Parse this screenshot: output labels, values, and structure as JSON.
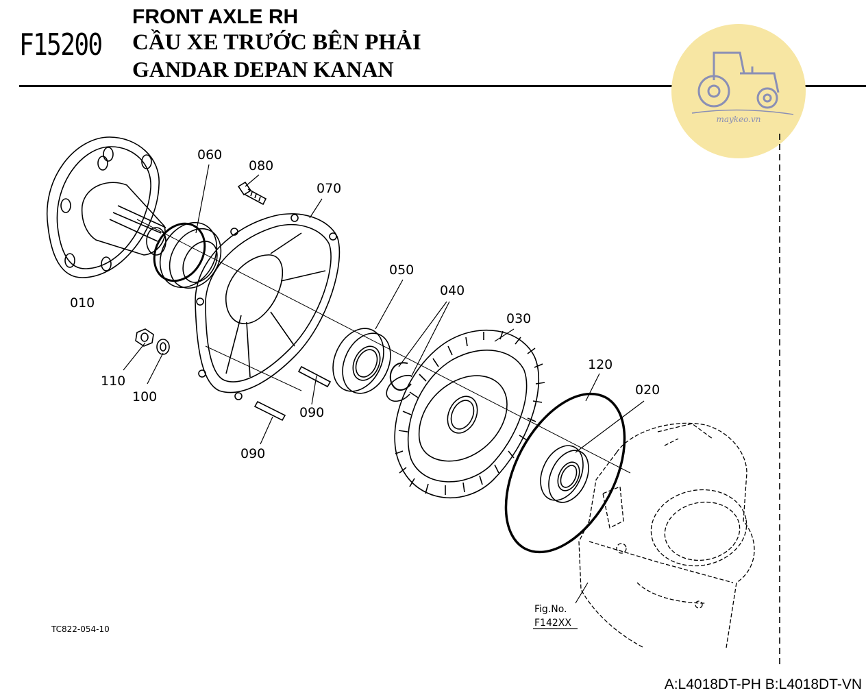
{
  "header": {
    "code": "F15200",
    "title_en": "FRONT AXLE RH",
    "title_vi": "CẦU XE TRƯỚC BÊN PHẢI",
    "title_id": "GANDAR DEPAN KANAN"
  },
  "watermark": {
    "text": "maykeo.vn",
    "bg_color": "#f7e6a3",
    "icon": "tractor-icon"
  },
  "parts": [
    "060",
    "080",
    "070",
    "010",
    "050",
    "040",
    "030",
    "120",
    "020",
    "110",
    "100",
    "090",
    "090"
  ],
  "figure_ref": {
    "line1": "Fig.No.",
    "line2": "F142XX"
  },
  "drawing_code": "TC822-054-10",
  "models": "A:L4018DT-PH B:L4018DT-VN"
}
